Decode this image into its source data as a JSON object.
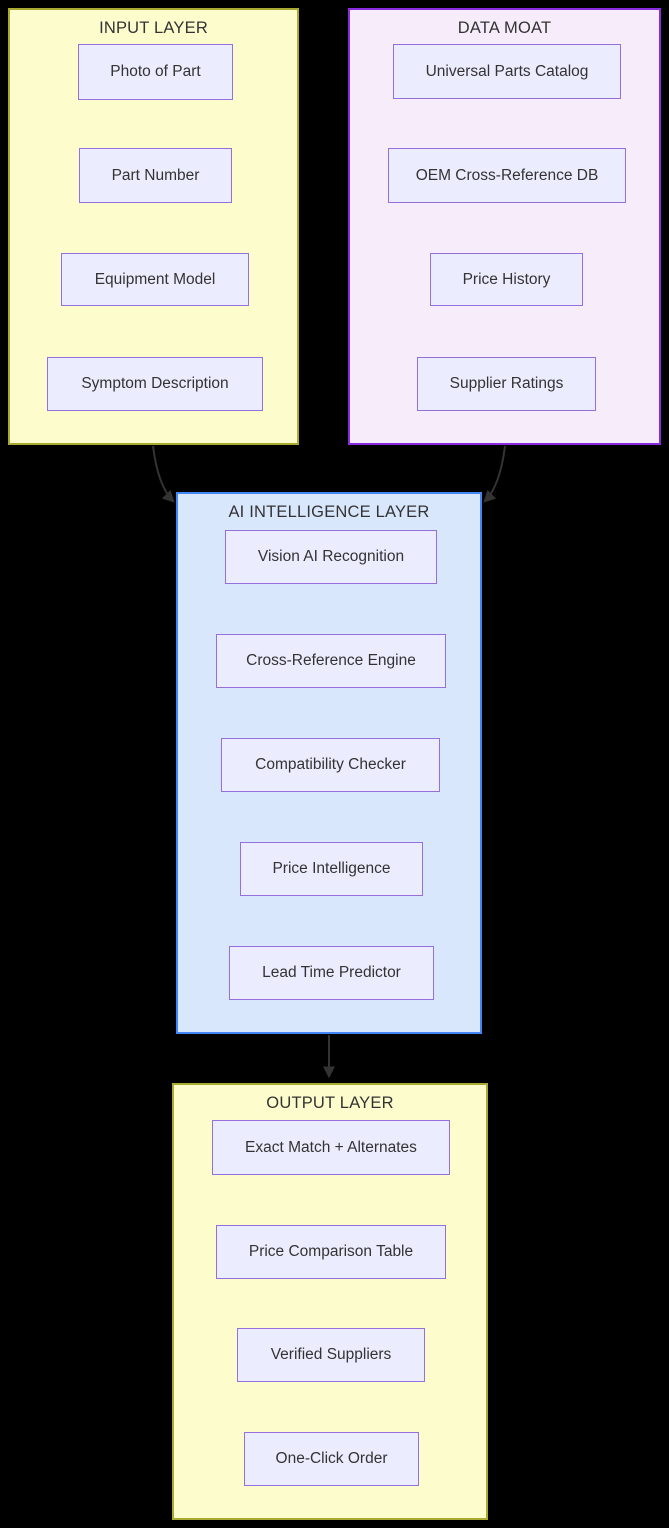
{
  "diagram": {
    "clusters": [
      {
        "title": "INPUT LAYER",
        "nodes": [
          "Photo of Part",
          "Part Number",
          "Equipment Model",
          "Symptom Description"
        ]
      },
      {
        "title": "DATA MOAT",
        "nodes": [
          "Universal Parts Catalog",
          "OEM Cross-Reference DB",
          "Price History",
          "Supplier Ratings"
        ]
      },
      {
        "title": "AI INTELLIGENCE LAYER",
        "nodes": [
          "Vision AI Recognition",
          "Cross-Reference Engine",
          "Compatibility Checker",
          "Price Intelligence",
          "Lead Time Predictor"
        ]
      },
      {
        "title": "OUTPUT LAYER",
        "nodes": [
          "Exact Match + Alternates",
          "Price Comparison Table",
          "Verified Suppliers",
          "One-Click Order"
        ]
      }
    ],
    "edges": [
      {
        "from": "INPUT LAYER",
        "to": "AI INTELLIGENCE LAYER"
      },
      {
        "from": "DATA MOAT",
        "to": "AI INTELLIGENCE LAYER"
      },
      {
        "from": "AI INTELLIGENCE LAYER",
        "to": "OUTPUT LAYER"
      }
    ],
    "colors": {
      "background": "#000000",
      "input_output_fill": "#fdfccd",
      "input_output_stroke": "#aaaa33",
      "data_moat_fill": "#f6ecfa",
      "data_moat_stroke": "#8a2be2",
      "ai_layer_fill": "#d9e7fc",
      "ai_layer_stroke": "#4285f4",
      "node_fill": "#ececff",
      "node_stroke": "#9370db",
      "text": "#333333",
      "edge": "#333333"
    }
  }
}
